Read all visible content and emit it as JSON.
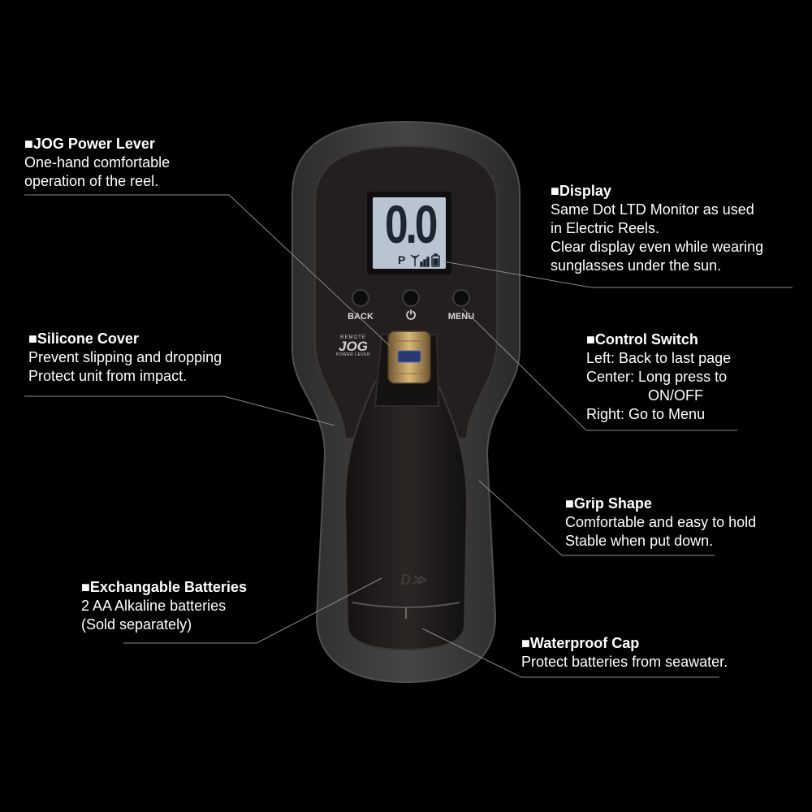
{
  "callouts": {
    "jog_lever": {
      "title": "■JOG Power Lever",
      "lines": [
        "One-hand comfortable",
        "operation of the reel."
      ]
    },
    "display": {
      "title": "■Display",
      "lines": [
        "Same Dot LTD Monitor as used",
        "in Electric Reels.",
        "Clear display even while wearing",
        "sunglasses under the sun."
      ]
    },
    "silicone_cover": {
      "title": "■Silicone Cover",
      "lines": [
        "Prevent slipping and dropping",
        "Protect unit from impact."
      ]
    },
    "control_switch": {
      "title": "■Control Switch",
      "lines": [
        "Left: Back to last page",
        "Center: Long press to",
        "ON/OFF",
        "Right: Go to Menu"
      ]
    },
    "grip_shape": {
      "title": "■Grip Shape",
      "lines": [
        "Comfortable and easy to hold",
        "Stable when put down."
      ]
    },
    "batteries": {
      "title": "■Exchangable Batteries",
      "lines": [
        "2 AA Alkaline batteries",
        "(Sold separately)"
      ]
    },
    "waterproof_cap": {
      "title": "■Waterproof Cap",
      "lines": [
        "Protect batteries from seawater."
      ]
    }
  },
  "device": {
    "lcd_reading": "0.0",
    "lcd_status_p": "P",
    "buttons": {
      "back": "BACK",
      "power": "⏻",
      "menu": "MENU"
    },
    "lever_logo": {
      "top": "REMOTE",
      "main": "JOG",
      "sub": "POWER LEVER"
    },
    "brand_mark": "D≫"
  },
  "colors": {
    "background": "#000000",
    "cover": "#3a3a3a",
    "body": "#1c1a19",
    "lcd": "#b8c4d0",
    "gold": "#b08a4a"
  }
}
